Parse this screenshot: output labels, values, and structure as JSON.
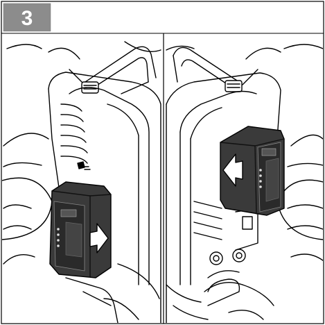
{
  "step": {
    "number": "3",
    "badge_color": "#8c8c8c",
    "text_color": "#ffffff"
  },
  "illustration": {
    "panels": [
      {
        "name": "left-panel",
        "action": "insert",
        "arrow_direction": "right",
        "icon": "battery-insert-illustration"
      },
      {
        "name": "right-panel",
        "action": "remove",
        "arrow_direction": "left",
        "icon": "battery-remove-illustration"
      }
    ],
    "line_color": "#000000",
    "battery_color": "#3a3a3a",
    "arrow_fill": "#ffffff"
  }
}
